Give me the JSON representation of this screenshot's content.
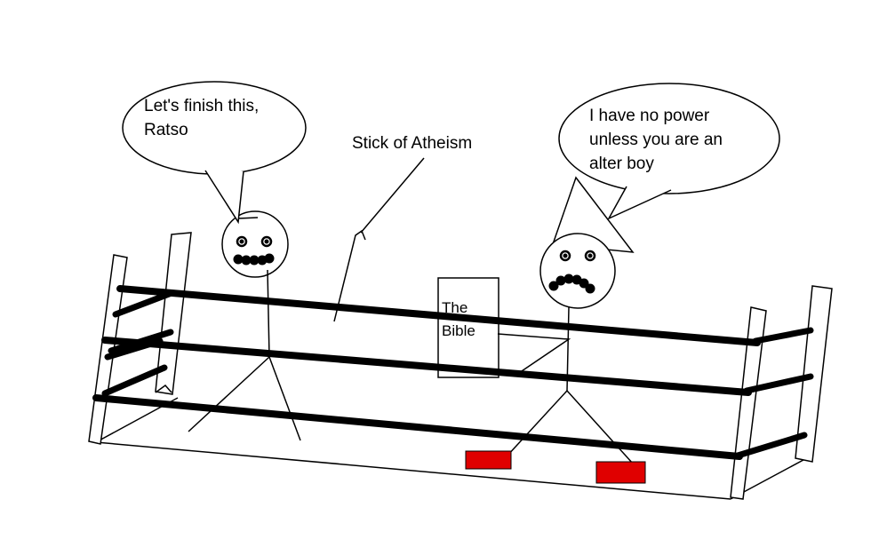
{
  "speech": {
    "left_bubble": [
      "Let's finish this,",
      "Ratso"
    ],
    "right_bubble": [
      "I have no power",
      "unless you are an",
      "alter boy"
    ]
  },
  "labels": {
    "stick": "Stick of Atheism",
    "book": [
      "The",
      "Bible"
    ]
  },
  "colors": {
    "ink": "#000000",
    "paper": "#ffffff",
    "shoe": "#e00000"
  }
}
